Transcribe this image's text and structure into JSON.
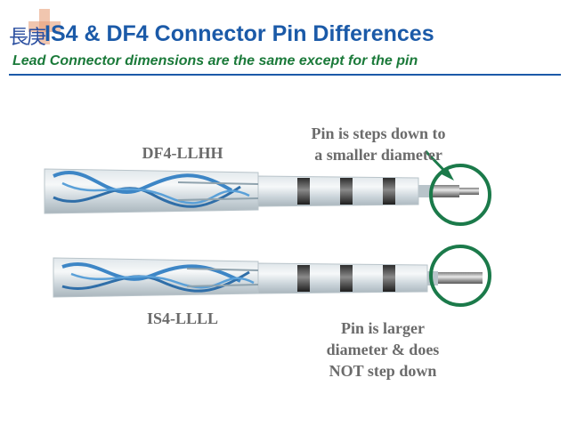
{
  "slide": {
    "title": "IS4 & DF4 Connector Pin Differences",
    "subtitle": "Lead Connector dimensions are the same except for the pin"
  },
  "labels": {
    "top_lead": "DF4-LLHH",
    "bottom_lead": "IS4-LLLL"
  },
  "notes": {
    "top": [
      "Pin is steps down to",
      "a smaller diameter"
    ],
    "bottom": [
      "Pin is larger",
      "diameter & does",
      "NOT step down"
    ]
  },
  "colors": {
    "title": "#1b5aa8",
    "subtitle": "#1b7a3a",
    "highlight_circle": "#1b7a4a",
    "label_text": "#6b6b6b"
  }
}
